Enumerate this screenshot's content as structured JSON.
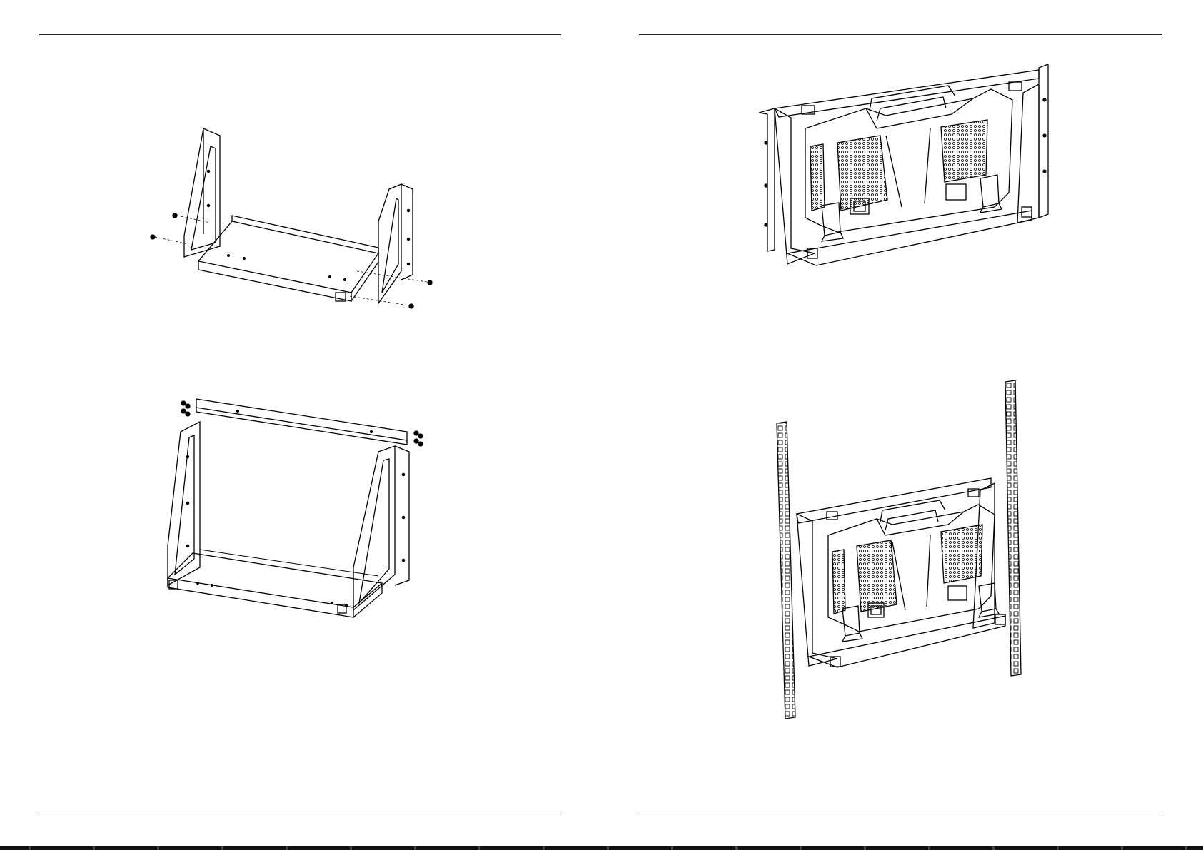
{
  "document": {
    "pages": [
      {
        "id": "left",
        "figures": [
          "bracket-exploded-view",
          "bracket-assembled-frame"
        ]
      },
      {
        "id": "right",
        "figures": [
          "instrument-in-bracket",
          "instrument-mounted-in-rack"
        ]
      }
    ]
  },
  "colors": {
    "line": "#000000",
    "rule": "#222222",
    "background": "#ffffff"
  }
}
